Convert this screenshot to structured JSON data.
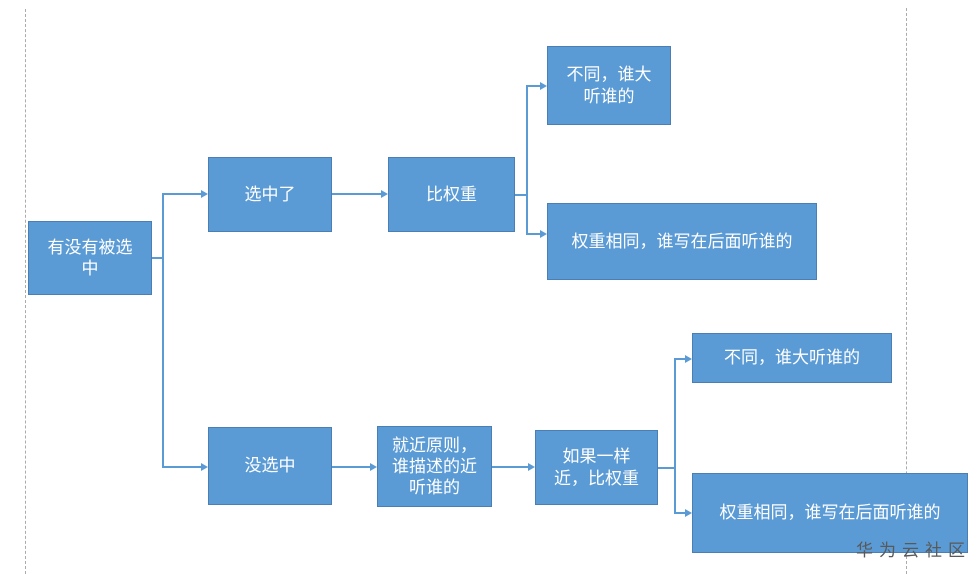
{
  "diagram": {
    "colors": {
      "box_fill": "#5b9bd5",
      "box_border": "#4a7fb5",
      "connector": "#5b9bd5",
      "guide": "#ababab",
      "watermark_text": "#595959",
      "box_text": "#ffffff"
    },
    "nodes": {
      "root": {
        "label": "有没有被选中"
      },
      "selected": {
        "label": "选中了"
      },
      "compare_weight": {
        "label": "比权重"
      },
      "top_diff": {
        "label": "不同，谁大听谁的"
      },
      "top_same": {
        "label": "权重相同，谁写在后面听谁的"
      },
      "not_selected": {
        "label": "没选中"
      },
      "proximity": {
        "label": "就近原则，谁描述的近听谁的"
      },
      "if_same_near": {
        "label": "如果一样近，比权重"
      },
      "bottom_diff": {
        "label": "不同，谁大听谁的"
      },
      "bottom_same": {
        "label": "权重相同，谁写在后面听谁的"
      }
    },
    "watermark": "华为云社区"
  }
}
